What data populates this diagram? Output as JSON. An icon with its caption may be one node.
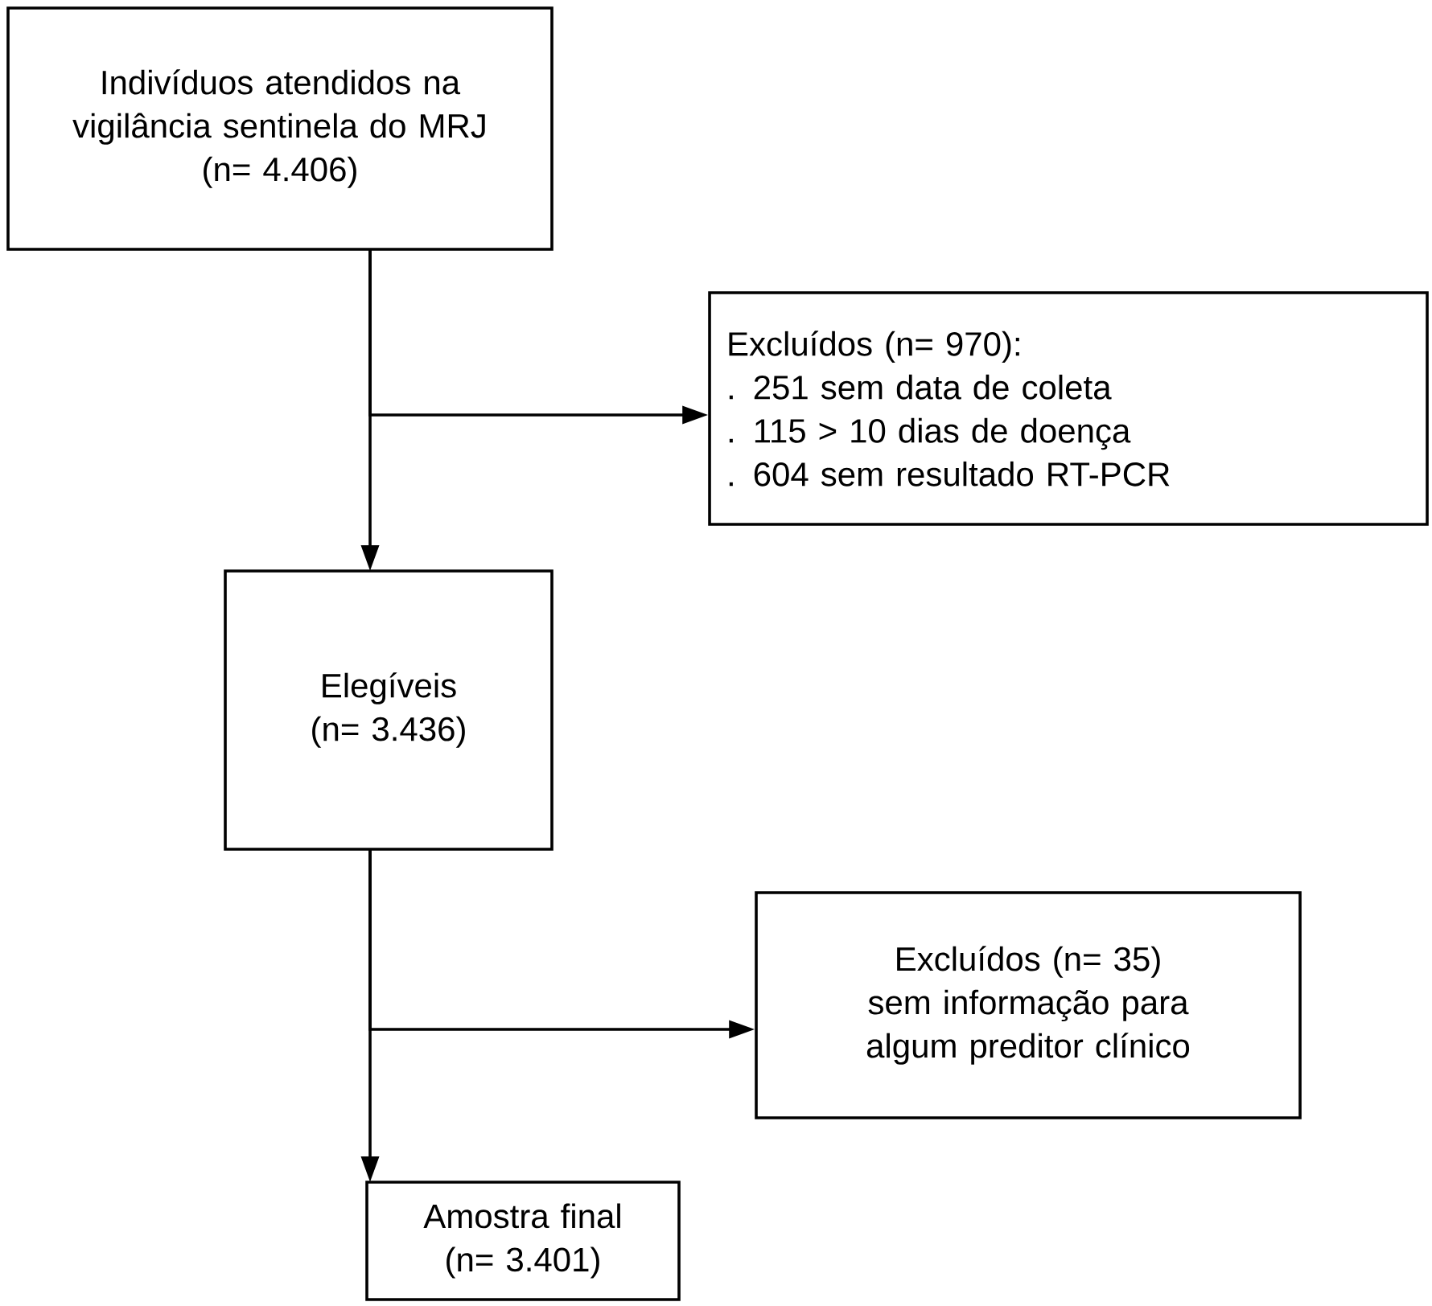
{
  "diagram": {
    "nodes": [
      {
        "text": [
          "Indivíduos atendidos na vigilância sentinela do MRJ",
          "(n= 4.406)"
        ]
      },
      {
        "text": [
          "Excluídos  (n= 970):",
          ". 251 sem data de coleta",
          ". 115 > 10 dias de doença",
          ". 604 sem resultado RT-PCR"
        ]
      },
      {
        "text": [
          "Elegíveis",
          "(n= 3.436)"
        ]
      },
      {
        "text": [
          "Excluídos (n= 35) sem informação para algum preditor clínico"
        ]
      },
      {
        "text": [
          "Amostra final",
          "(n= 3.401)"
        ]
      }
    ],
    "edges": [
      {
        "from": 0,
        "to": 2,
        "arrow": "to"
      },
      {
        "from": 0,
        "to": 1,
        "arrow": "to"
      },
      {
        "from": 2,
        "to": 4,
        "arrow": "to"
      },
      {
        "from": 2,
        "to": 3,
        "arrow": "to"
      }
    ]
  }
}
